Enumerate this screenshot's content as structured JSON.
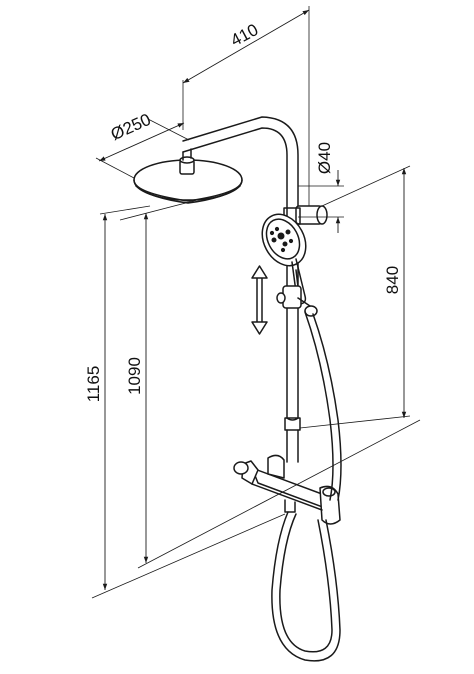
{
  "dimensions": {
    "arm_reach": "410",
    "head_diameter": "Ø250",
    "bar_diameter": "Ø40",
    "total_height": "1165",
    "head_height": "1090",
    "bar_length": "840"
  }
}
